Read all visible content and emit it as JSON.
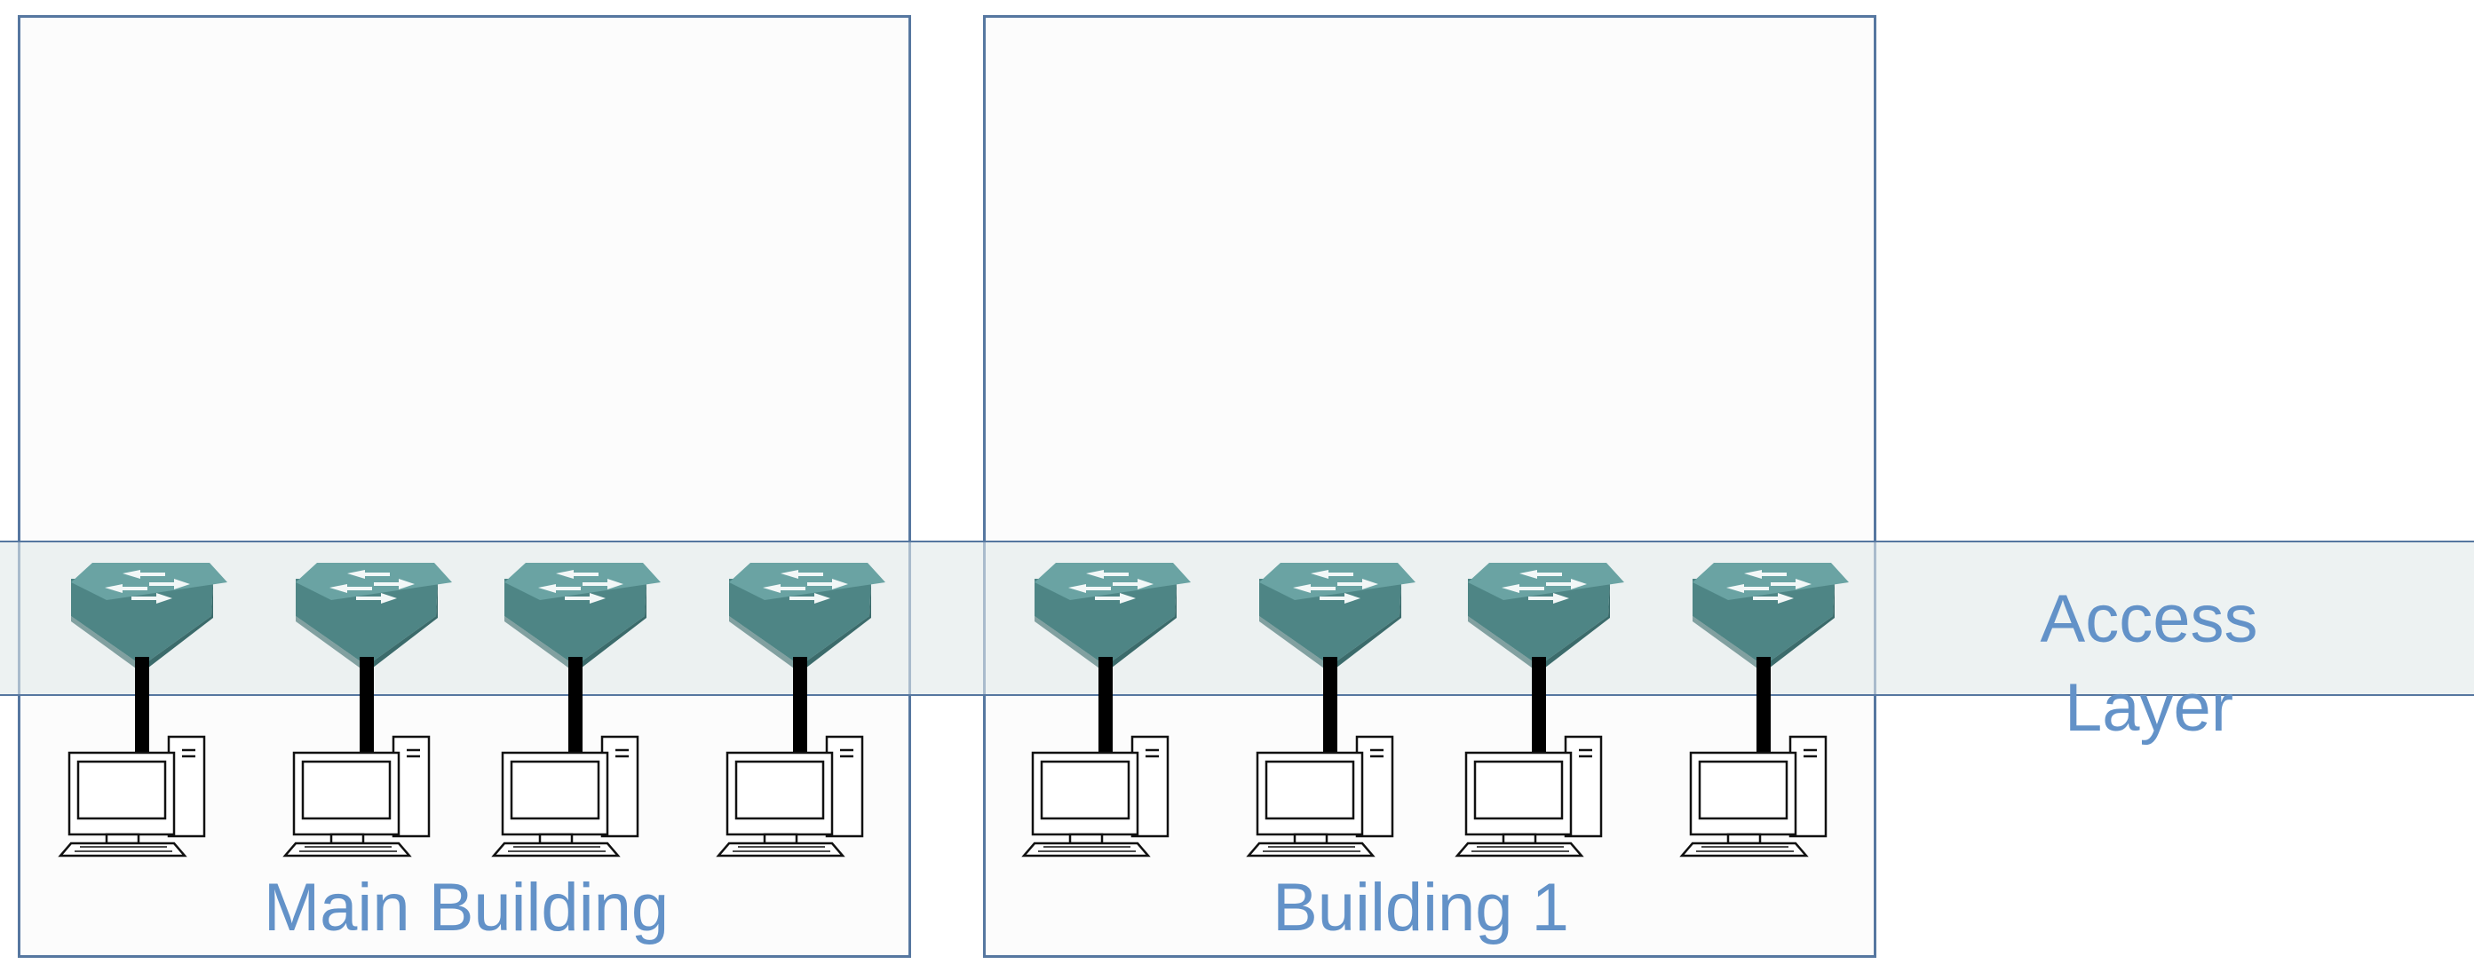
{
  "diagram": {
    "layer_label": "Access Layer",
    "buildings": [
      {
        "label": "Main Building",
        "device_count": 4
      },
      {
        "label": "Building 1",
        "device_count": 4
      }
    ]
  },
  "colors": {
    "building_border": "#5677a0",
    "label_text": "#6392c8",
    "switch_top": "#6aa3a3",
    "switch_front": "#4e8585",
    "switch_side": "#3b6b6b",
    "cable": "#000000"
  },
  "icons": {
    "switch": "network-switch-icon",
    "computer": "desktop-computer-icon"
  }
}
